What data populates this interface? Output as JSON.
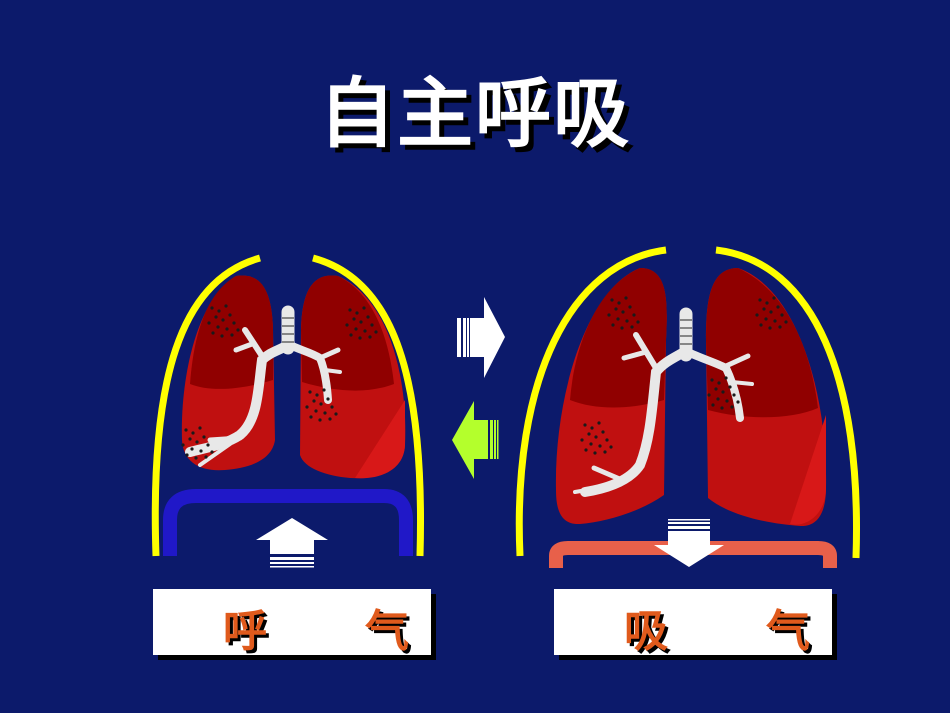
{
  "title": "自主呼吸",
  "exhale": {
    "char1": "呼",
    "char2": "气"
  },
  "inhale": {
    "char1": "吸",
    "char2": "气"
  },
  "colors": {
    "background": "#0c1a6b",
    "ribcage": "#ffff00",
    "diaphragm_exhale": "#2018c8",
    "diaphragm_inhale": "#e8604a",
    "lung": "#c01010",
    "lung_dark": "#900000",
    "arrow_right": "#ffffff",
    "arrow_left": "#b4ff2c",
    "label_text": "#e05a1c"
  }
}
